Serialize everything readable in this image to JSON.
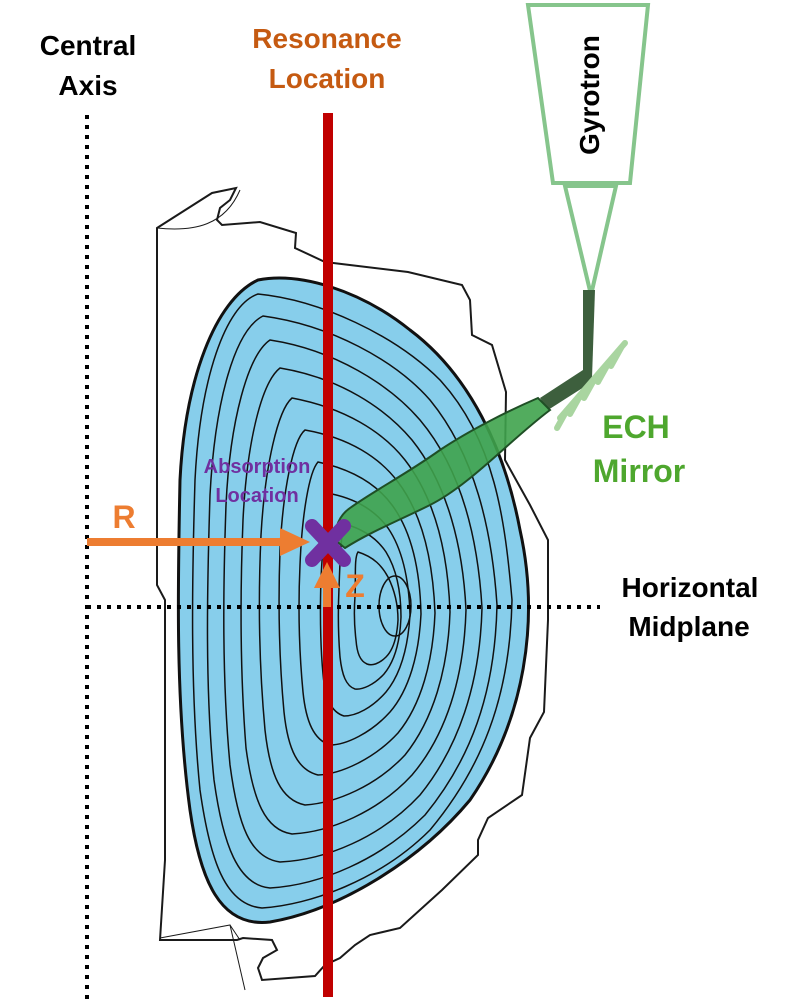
{
  "labels": {
    "central_axis": [
      "Central",
      "Axis"
    ],
    "resonance_location": [
      "Resonance",
      "Location"
    ],
    "gyrotron": "Gyrotron",
    "ech_mirror": [
      "ECH",
      "Mirror"
    ],
    "absorption_location": [
      "Absorption",
      "Location"
    ],
    "r_label": "R",
    "z_label": "Z",
    "horizontal_midplane": [
      "Horizontal",
      "Midplane"
    ]
  },
  "colors": {
    "plasma_fill": "#87ceeb",
    "resonance_line": "#c00000",
    "resonance_text": "#c55a11",
    "arrow_orange": "#ed7d31",
    "absorption_purple": "#7030a0",
    "beam_green": "#3fa34d",
    "mirror_light_green": "#a9d5a0",
    "gyrotron_green": "#86c58c",
    "ech_text_green": "#4ea72e",
    "black": "#000000"
  },
  "flux_surface_count": 12
}
